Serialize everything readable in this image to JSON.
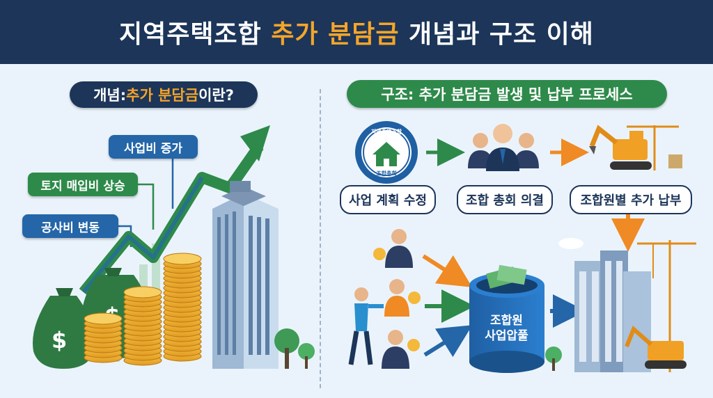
{
  "title": {
    "prefix": "지역주택조합 ",
    "highlight": "추가 분담금",
    "suffix": " 개념과 구조 이해"
  },
  "left": {
    "heading": {
      "prefix": "개념: ",
      "highlight": "추가 분담금",
      "suffix": "이란?"
    },
    "tags": {
      "project_cost": "사업비 증가",
      "land_purchase": "토지 매입비 상승",
      "construction_cost": "공사비 변동"
    }
  },
  "right": {
    "heading": "구조: 추가 분담금 발생 및 납부 프로세스",
    "steps": [
      "사업 계획 수정",
      "조합 총회 의결",
      "조합원별 추가 납부"
    ],
    "seal_text": {
      "top": "지역주택조합",
      "bottom": "조합총회"
    },
    "pool_label": [
      "조합원",
      "사업압풀"
    ]
  },
  "colors": {
    "navy": "#1c3559",
    "accent": "#f4a52a",
    "green": "#2e8a4a",
    "blue": "#2466a8",
    "orange": "#f08a24"
  }
}
